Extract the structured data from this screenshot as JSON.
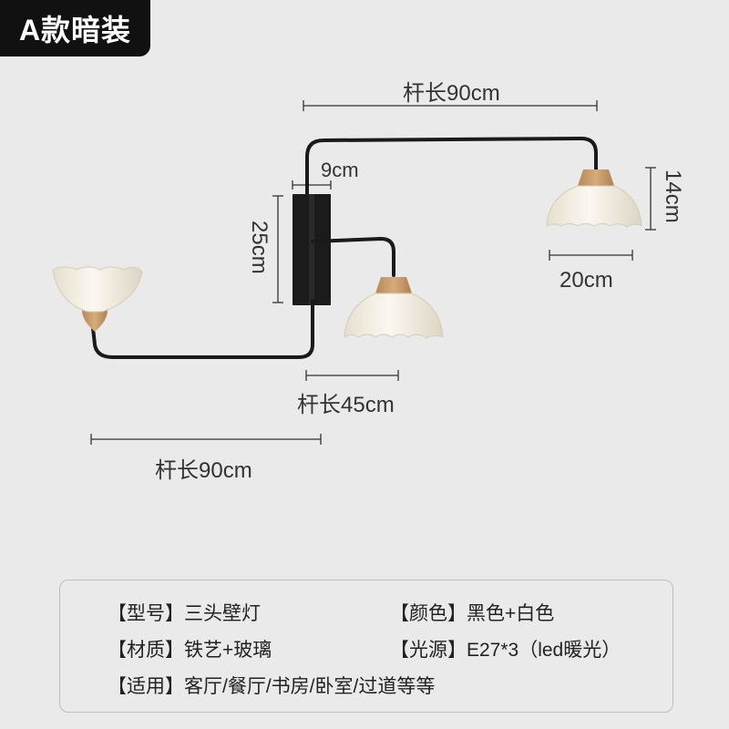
{
  "badge": {
    "label": "A款暗装"
  },
  "dimensions": {
    "top_rod": "杆长90cm",
    "plate_width": "9cm",
    "plate_height": "25cm",
    "shade_height": "14cm",
    "shade_width": "20cm",
    "middle_rod": "杆长45cm",
    "lower_rod": "杆长90cm"
  },
  "specs": {
    "model_key": "【型号】",
    "model_value": "三头壁灯",
    "color_key": "【颜色】",
    "color_value": "黑色+白色",
    "material_key": "【材质】",
    "material_value": "铁艺+玻璃",
    "light_key": "【光源】",
    "light_value": "E27*3（led暖光）",
    "usage_key": "【适用】",
    "usage_value": "客厅/餐厅/书房/卧室/过道等等"
  },
  "colors": {
    "background": "#ebeaea",
    "badge_bg": "#111111",
    "rod": "#1a1a1a",
    "glass": "#f3efe6",
    "wood": "#c89a68"
  }
}
